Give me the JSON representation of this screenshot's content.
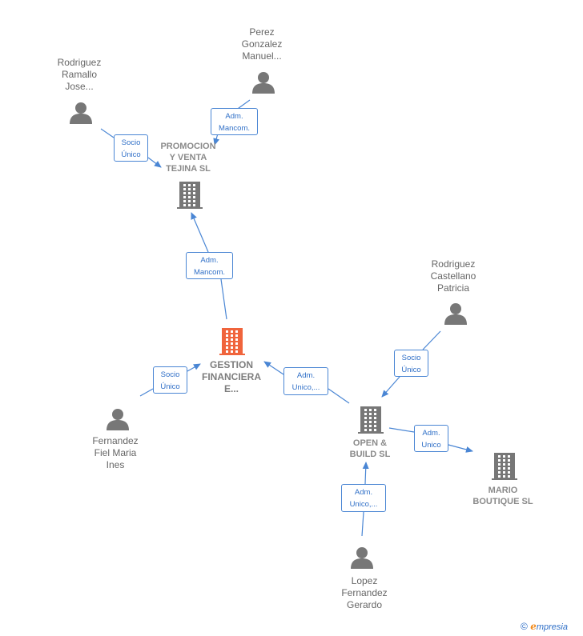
{
  "nodes": {
    "rodriguez_ramallo": {
      "label_lines": [
        "Rodriguez",
        "Ramallo",
        "Jose..."
      ]
    },
    "perez_gonzalez": {
      "label_lines": [
        "Perez",
        "Gonzalez",
        "Manuel..."
      ]
    },
    "promocion": {
      "label_lines": [
        "PROMOCION",
        "Y VENTA",
        "TEJINA SL"
      ]
    },
    "gestion": {
      "label_lines": [
        "GESTION",
        "FINANCIERA",
        "E..."
      ]
    },
    "rodriguez_castellano": {
      "label_lines": [
        "Rodriguez",
        "Castellano",
        "Patricia"
      ]
    },
    "fernandez_fiel": {
      "label_lines": [
        "Fernandez",
        "Fiel Maria",
        "Ines"
      ]
    },
    "open_build": {
      "label_lines": [
        "OPEN &",
        "BUILD SL"
      ]
    },
    "mario_boutique": {
      "label_lines": [
        "MARIO",
        "BOUTIQUE SL"
      ]
    },
    "lopez_fernandez": {
      "label_lines": [
        "Lopez",
        "Fernandez",
        "Gerardo"
      ]
    }
  },
  "edges": {
    "perez_promocion": {
      "label_lines": [
        "Adm.",
        "Mancom."
      ]
    },
    "rodriguez_promocion": {
      "label_lines": [
        "Socio",
        "Único"
      ]
    },
    "gestion_promocion": {
      "label_lines": [
        "Adm.",
        "Mancom."
      ]
    },
    "fernandez_gestion": {
      "label_lines": [
        "Socio",
        "Único"
      ]
    },
    "open_gestion": {
      "label_lines": [
        "Adm.",
        "Unico,..."
      ]
    },
    "castellano_open": {
      "label_lines": [
        "Socio",
        "Único"
      ]
    },
    "open_mario": {
      "label_lines": [
        "Adm.",
        "Unico"
      ]
    },
    "lopez_open": {
      "label_lines": [
        "Adm.",
        "Unico,..."
      ]
    }
  },
  "colors": {
    "edge": "#4a86d4",
    "person_icon": "#777777",
    "company_icon": "#777777",
    "main_company_icon": "#f0643c"
  },
  "footer": {
    "copyright": "©",
    "brand_initial": "e",
    "brand_rest": "mpresia"
  }
}
